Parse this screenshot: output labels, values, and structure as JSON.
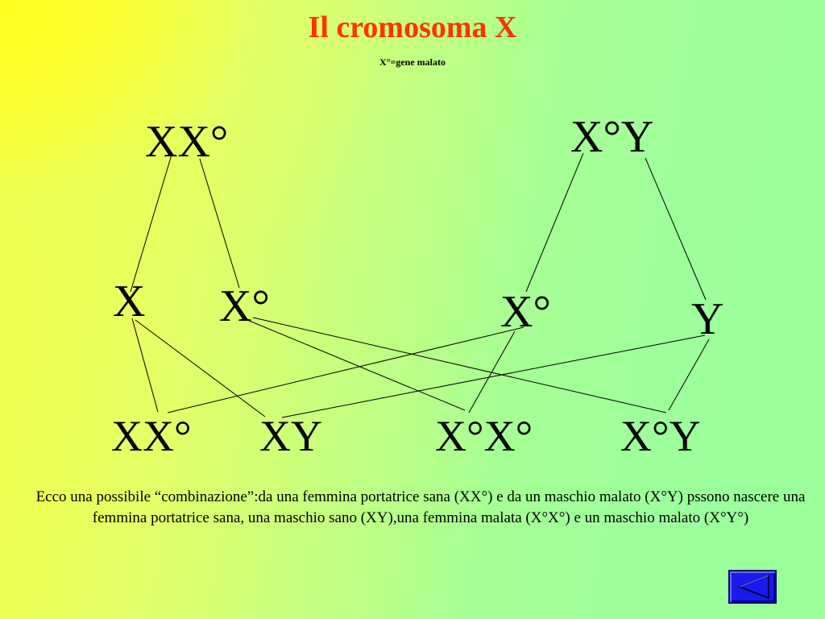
{
  "slide": {
    "title": "Il cromosoma X",
    "subtitle": "X°=gene malato",
    "caption": "Ecco una possibile “combinazione”:da una femmina portatrice sana (XX°) e da un maschio malato (X°Y) pssono nascere una femmina portatrice sana, una maschio sano (XY),una femmina malata (X°X°) e un maschio malato (X°Y°)"
  },
  "diagram": {
    "parents": {
      "mother": "XX°",
      "father": "X°Y"
    },
    "gametes": {
      "mother_x": "X",
      "mother_xd": "X°",
      "father_xd": "X°",
      "father_y": "Y"
    },
    "children": {
      "child_1": "XX°",
      "child_2": "XY",
      "child_3": "X°X°",
      "child_4": "X°Y"
    },
    "line_color": "#000000"
  },
  "navigation": {
    "back_icon": "triangle-left-icon",
    "button_color": "#1a1aee"
  }
}
